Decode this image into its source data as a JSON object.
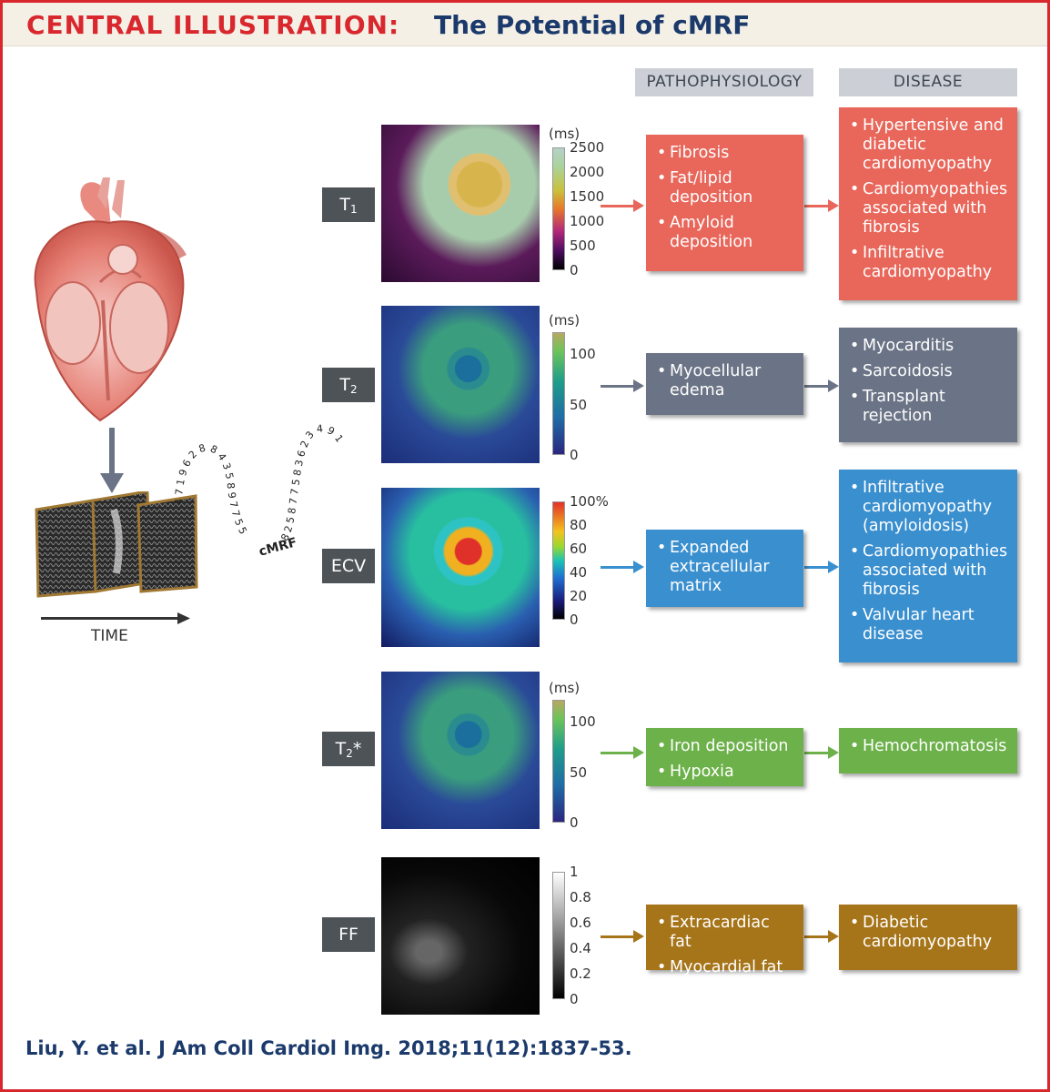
{
  "header": {
    "label": "CENTRAL ILLUSTRATION:",
    "title": "The Potential of cMRF"
  },
  "columns": {
    "pathophysiology": "PATHOPHYSIOLOGY",
    "disease": "DISEASE"
  },
  "left": {
    "time_label": "TIME",
    "sequence_text": "4 7 1 9 6 2 8 8 4 3 5 8 9 7 7 5 5",
    "cmrf_label": "cMRF",
    "sequence_text_2": "8 2 5 8 7 7 5 8 3 6 2 3 4 9 1"
  },
  "rows": [
    {
      "tag": "T",
      "tag_sub": "1",
      "tag_sup": "",
      "unit": "(ms)",
      "ticks": [
        "2500",
        "2000",
        "1500",
        "1000",
        "500",
        "0"
      ],
      "colormap": "t1",
      "color": "#e8665a",
      "patho": [
        "Fibrosis",
        "Fat/lipid deposition",
        "Amyloid deposition"
      ],
      "disease": [
        "Hypertensive and diabetic cardiomyopathy",
        "Cardiomyopathies associated with fibrosis",
        "Infiltrative cardiomyopathy"
      ]
    },
    {
      "tag": "T",
      "tag_sub": "2",
      "tag_sup": "",
      "unit": "(ms)",
      "ticks": [
        "100",
        "50",
        "0"
      ],
      "colormap": "viridis",
      "color": "#6b7486",
      "patho": [
        "Myocellular edema"
      ],
      "disease": [
        "Myocarditis",
        "Sarcoidosis",
        "Transplant rejection"
      ]
    },
    {
      "tag": "ECV",
      "tag_sub": "",
      "tag_sup": "",
      "unit": "",
      "ticks": [
        "100%",
        "80",
        "60",
        "40",
        "20",
        "0"
      ],
      "colormap": "jet",
      "color": "#3a8fcf",
      "patho": [
        "Expanded extracellular matrix"
      ],
      "disease": [
        "Infiltrative cardiomyopathy (amyloidosis)",
        "Cardiomyopathies associated with fibrosis",
        "Valvular heart disease"
      ]
    },
    {
      "tag": "T",
      "tag_sub": "2",
      "tag_sup": "*",
      "unit": "(ms)",
      "ticks": [
        "100",
        "50",
        "0"
      ],
      "colormap": "viridis",
      "color": "#6db14a",
      "patho": [
        "Iron deposition",
        "Hypoxia"
      ],
      "disease": [
        "Hemochromatosis"
      ]
    },
    {
      "tag": "FF",
      "tag_sub": "",
      "tag_sup": "",
      "unit": "",
      "ticks": [
        "1",
        "0.8",
        "0.6",
        "0.4",
        "0.2",
        "0"
      ],
      "colormap": "gray",
      "color": "#a67419",
      "patho": [
        "Extracardiac fat",
        "Myocardial fat"
      ],
      "disease": [
        "Diabetic cardiomyopathy"
      ]
    }
  ],
  "citation": "Liu, Y. et al. J Am Coll Cardiol Img. 2018;11(12):1837-53."
}
